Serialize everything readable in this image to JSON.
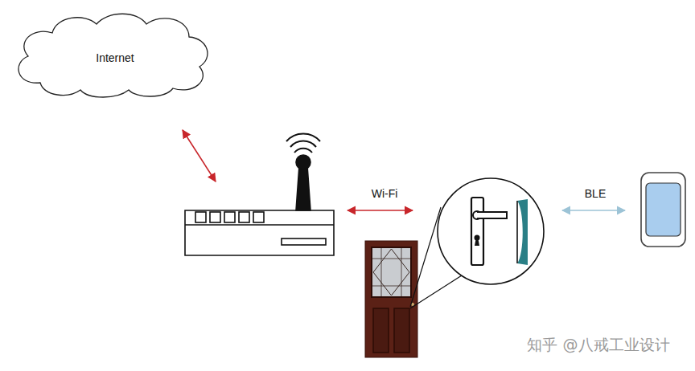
{
  "diagram": {
    "nodes": [
      {
        "text": [
          "Internet"
        ]
      }
    ],
    "edges": [],
    "labels": [
      "Wi-Fi",
      "BLE",
      "知乎 @八戒工业设计"
    ]
  }
}
